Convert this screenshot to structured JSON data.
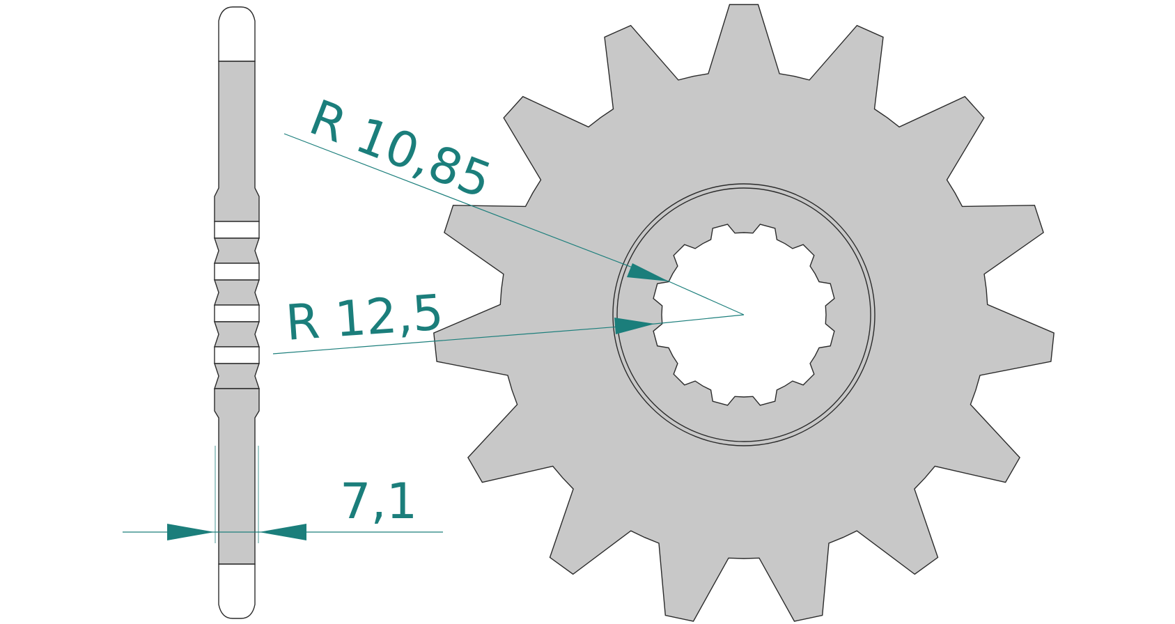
{
  "dimensions": {
    "radius_outer_label": "R 10,85",
    "radius_inner_label": "R 12,5",
    "thickness_label": "7,1"
  },
  "colors": {
    "part_fill": "#c8c8c8",
    "outline": "#2a2a2a",
    "dimension": "#1b7e7b",
    "background": "#ffffff"
  },
  "sprocket": {
    "teeth": 15,
    "spline_teeth": 12
  }
}
